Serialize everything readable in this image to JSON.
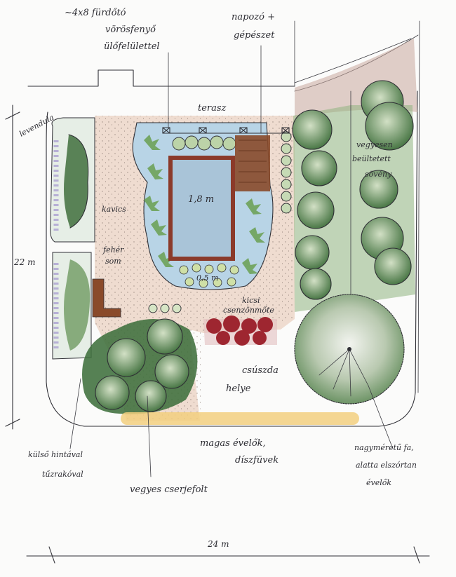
{
  "labels": {
    "sauna_line1": "~4x8 fürdőtó",
    "sauna_line2": "vörösfenyő",
    "sauna_line3": "ülőfelülettel",
    "sun_line1": "napozó +",
    "sun_line2": "gépészet",
    "terrace": "terasz",
    "lavender": "levendula",
    "mixed_planted_line1": "vegyesen",
    "mixed_planted_line2": "beültetett",
    "mixed_planted_line3": "sövény",
    "gravel": "kavics",
    "depth_deep": "1,8 m",
    "white_wood_line1": "fehér",
    "white_wood_line2": "som",
    "depth_shallow": "0,5 m",
    "small_bed_line1": "kicsi",
    "small_bed_line2": "csenzönmőte",
    "slide_line1": "csúszda",
    "slide_line2": "helye",
    "swing_line1": "külső hintával",
    "swing_line2": "tűzrakóval",
    "perennials_line1": "magas évelők,",
    "perennials_line2": "díszfüvek",
    "big_tree_line1": "nagyméretű fa,",
    "big_tree_line2": "alatta elszórtan",
    "big_tree_line3": "évelők",
    "shrubs": "vegyes cserjefolt",
    "width_dim": "24 m",
    "height_dim": "22 m"
  },
  "colors": {
    "paper": "#fbfbfa",
    "ink": "#2f2f35",
    "pool_water": "#a9c4d8",
    "pool_edge": "#8b3a2a",
    "pond_blue": "#b8d4e6",
    "gravel_sand": "#ecd6c8",
    "hedge_green": "#6f9a62",
    "dark_green": "#3f6f3c",
    "light_green": "#a6c48f",
    "deck_brown": "#8a4a2a",
    "red_flowers": "#9e2630",
    "yellow_strip": "#f2cf7f",
    "lavender": "#c9c4dc"
  }
}
